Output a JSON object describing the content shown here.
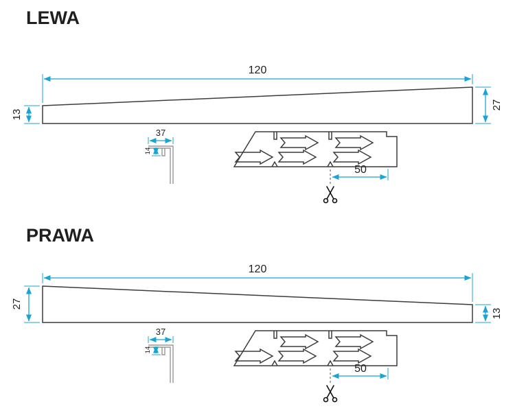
{
  "colors": {
    "accent": "#19a4d3",
    "outline": "#3c3c3c",
    "profile_gray": "#979797"
  },
  "icons": {
    "cut_marker": "scissors-icon"
  },
  "sections": [
    {
      "title": "LEWA",
      "wedge": {
        "length": "120",
        "left_height": "13",
        "right_height": "27"
      },
      "end_profile": {
        "width": "37",
        "lip_height": "14"
      },
      "strip": {
        "cut_distance": "50"
      }
    },
    {
      "title": "PRAWA",
      "wedge": {
        "length": "120",
        "left_height": "27",
        "right_height": "13"
      },
      "end_profile": {
        "width": "37",
        "lip_height": "14"
      },
      "strip": {
        "cut_distance": "50"
      }
    }
  ]
}
